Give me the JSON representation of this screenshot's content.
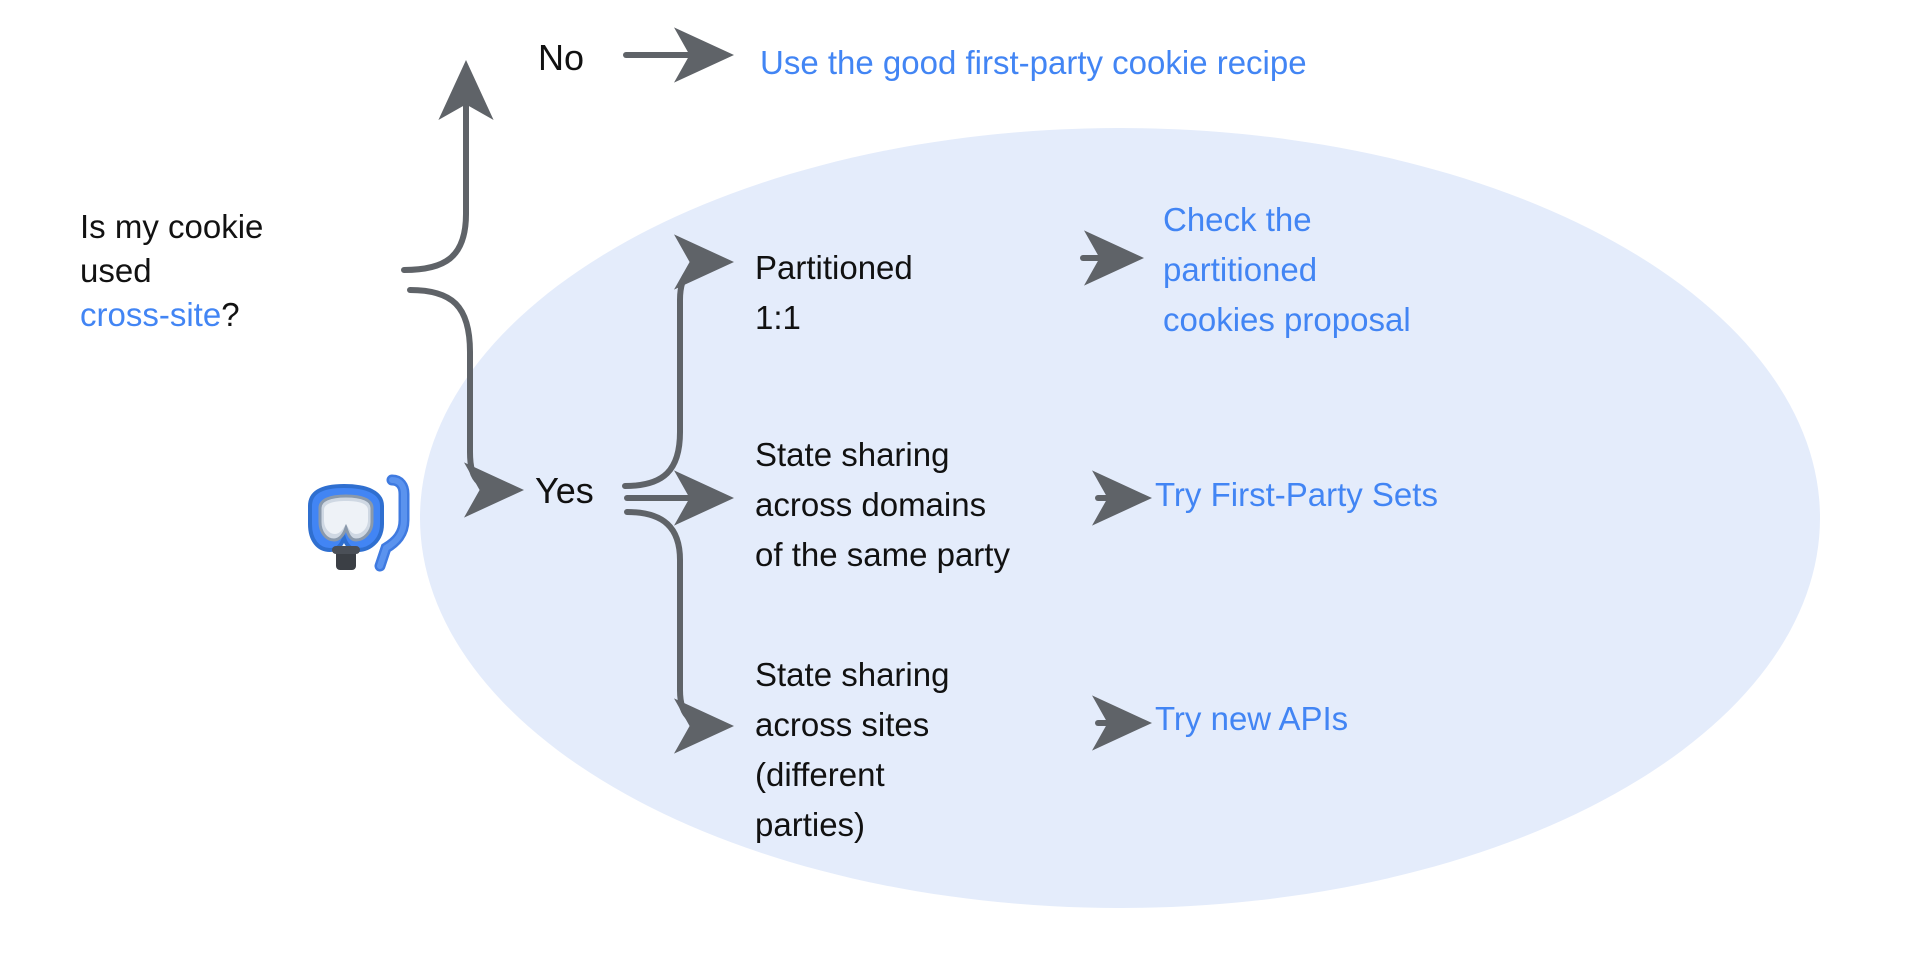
{
  "diagram": {
    "title_question": {
      "line1": "Is my cookie",
      "line2": "used",
      "highlight": "cross-site",
      "suffix": "?"
    },
    "branches": {
      "no_label": "No",
      "yes_label": "Yes"
    },
    "options": [
      {
        "id": "partitioned",
        "label": "Partitioned\n1:1",
        "link": "Check the\npartitioned\ncookies proposal"
      },
      {
        "id": "state-domains",
        "label": "State sharing\nacross domains\nof the same party",
        "link": "Try First-Party Sets"
      },
      {
        "id": "state-sites",
        "label": "State sharing\nacross sites\n(different\nparties)",
        "link": "Try new APIs"
      }
    ],
    "no_outcome_link": "Use the good first-party cookie recipe",
    "icon": {
      "name": "diving-mask-icon",
      "glyph": "🤿"
    },
    "colors": {
      "link_blue": "#4285f4",
      "ellipse_fill": "#e4ecfb",
      "arrow_gray": "#5f6368",
      "text_black": "#111111"
    }
  }
}
